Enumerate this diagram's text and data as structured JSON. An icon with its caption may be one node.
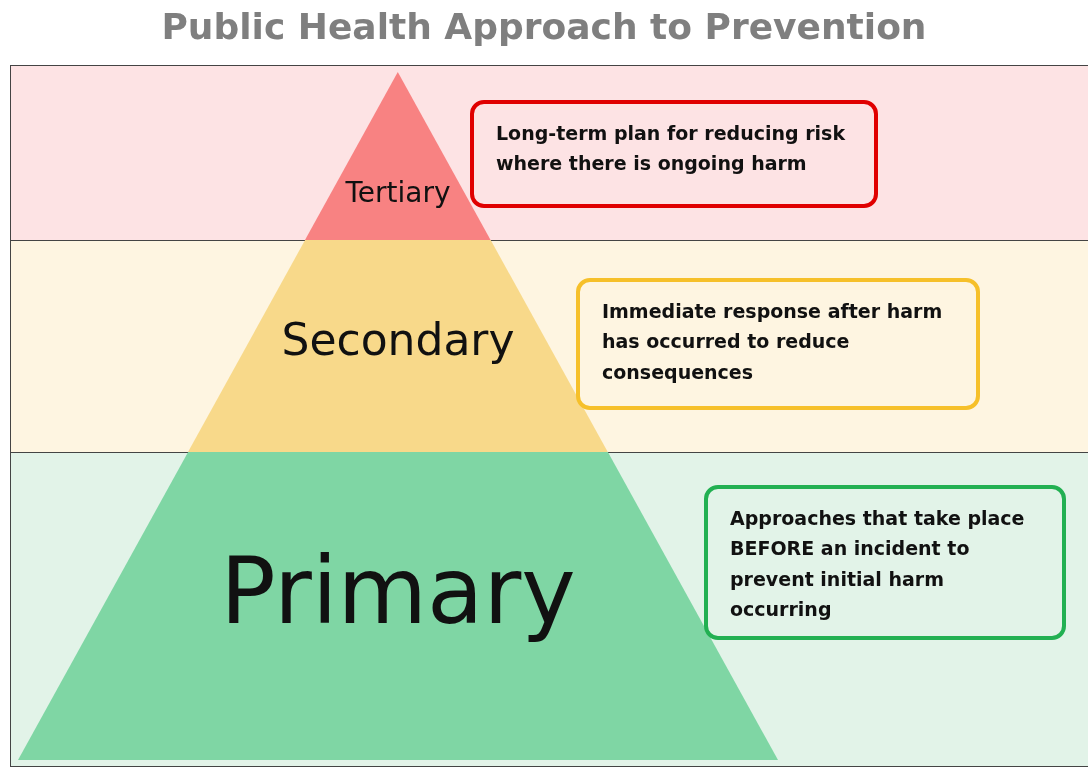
{
  "diagram": {
    "title": "Public Health Approach to Prevention",
    "nodes": [
      {
        "text": [
          "Tertiary"
        ]
      },
      {
        "text": [
          "Long-term plan for reducing risk where there is ongoing harm"
        ]
      },
      {
        "text": [
          "Secondary"
        ]
      },
      {
        "text": [
          "Immediate response after harm has occurred to reduce consequences"
        ]
      },
      {
        "text": [
          "Primary"
        ]
      },
      {
        "text": [
          "Approaches that take place BEFORE an incident to prevent initial harm occurring"
        ]
      }
    ]
  }
}
